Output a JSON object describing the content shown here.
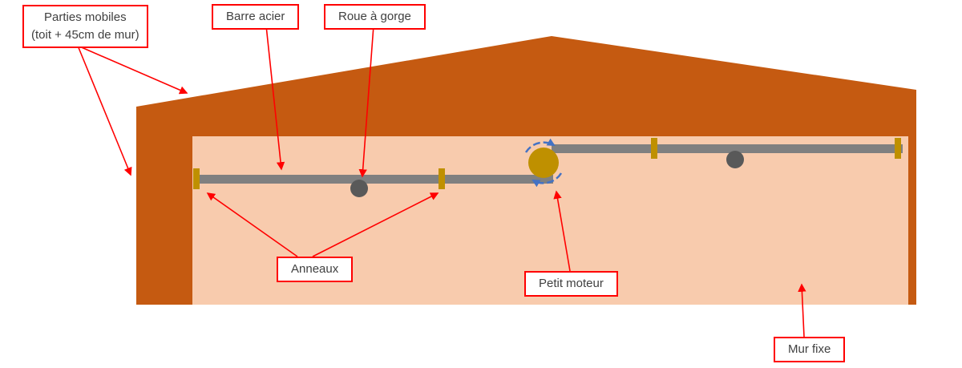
{
  "diagram": {
    "labels": {
      "parties_mobiles_line1": "Parties mobiles",
      "parties_mobiles_line2": "(toit + 45cm de mur)",
      "barre_acier": "Barre acier",
      "roue_a_gorge": "Roue à gorge",
      "anneaux": "Anneaux",
      "petit_moteur": "Petit moteur",
      "mur_fixe": "Mur fixe"
    },
    "colors": {
      "mobile_parts": "#C55A11",
      "fixed_wall": "#F8CBAD",
      "steel_bar": "#808080",
      "grooved_wheel": "#595959",
      "ring": "#BF9000",
      "motor": "#BF9000",
      "pointer_arrow": "#FF0000",
      "rotation_arrow": "#4472C4",
      "label_border": "#FF0000",
      "label_text": "#404040"
    }
  }
}
